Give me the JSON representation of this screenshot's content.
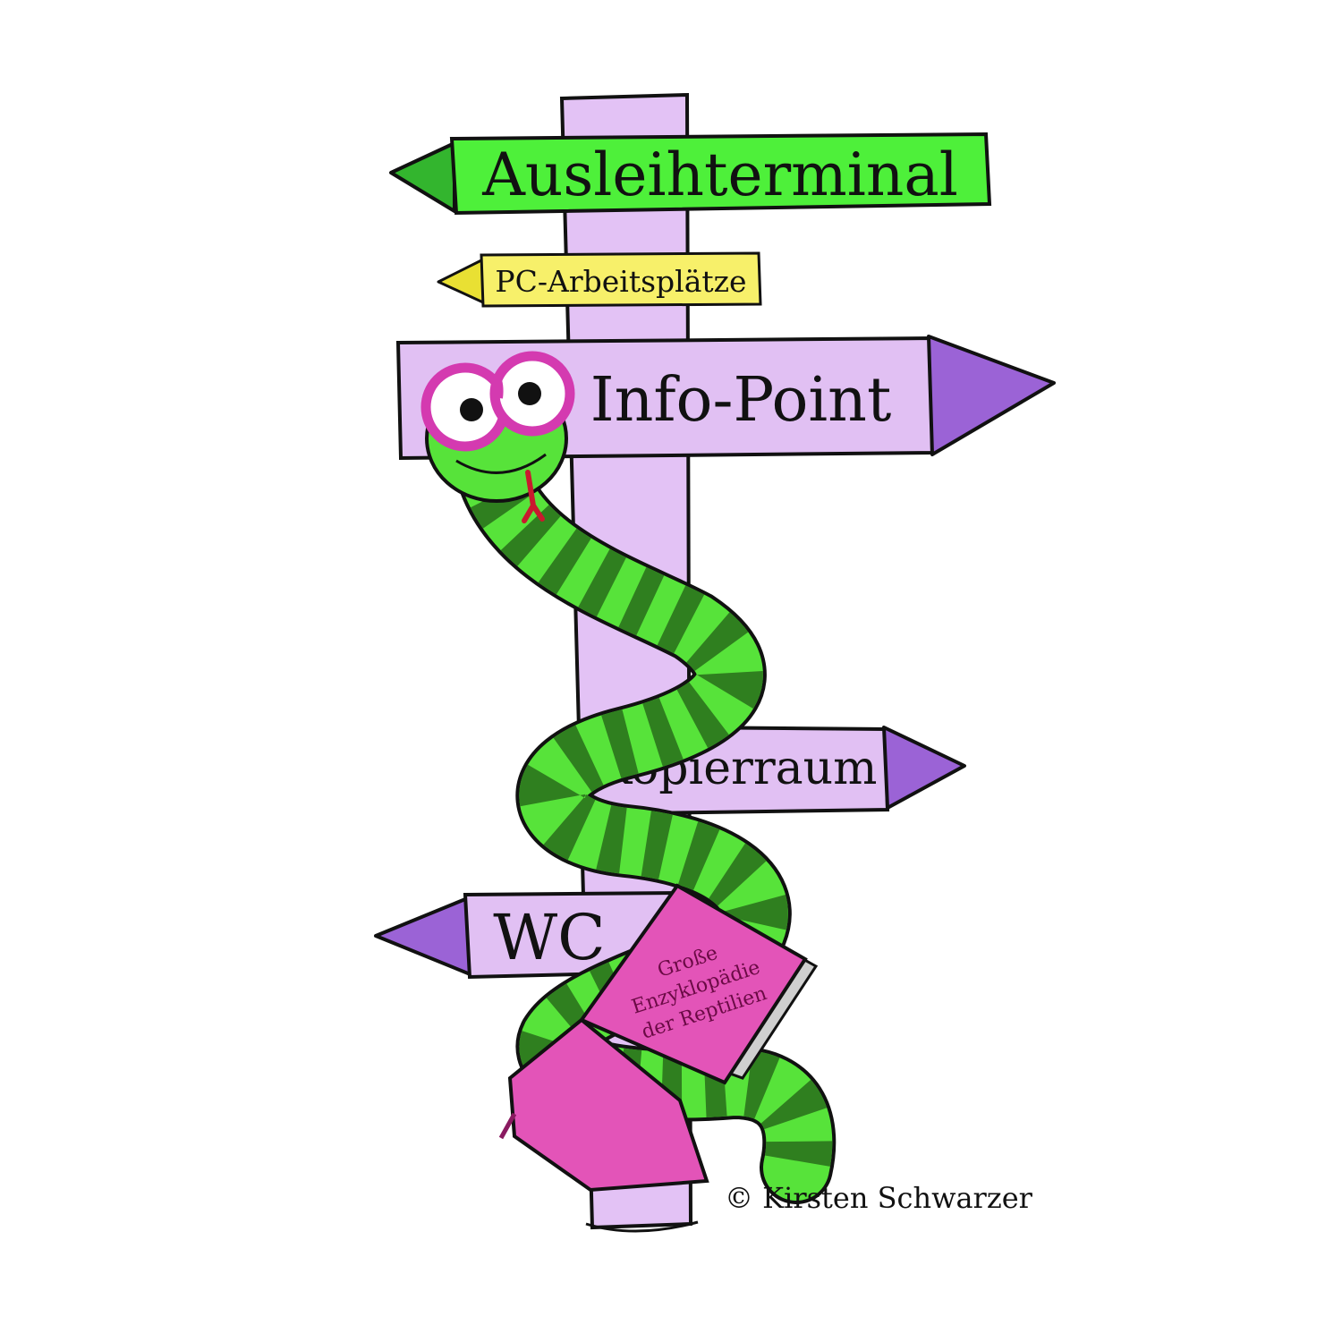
{
  "signs": {
    "ausleihterminal": "Ausleihterminal",
    "pc_arbeitsplaetze": "PC-Arbeitsplätze",
    "info_point": "Info-Point",
    "kopierraum": "Kopierraum",
    "wc": "WC"
  },
  "book": {
    "line1": "Große",
    "line2": "Enzyklopädie",
    "line3": "der Reptilien"
  },
  "credit": "© Kirsten Schwarzer",
  "colors": {
    "post": "#e3c2f5",
    "sign_green": "#4ef03a",
    "arrow_green": "#33b52e",
    "sign_yellow": "#f7f06a",
    "arrow_yellow": "#e9e033",
    "sign_purple": "#e1c0f3",
    "arrow_purple": "#9b63d6",
    "snake_light": "#57e33a",
    "snake_dark": "#2f7f1f",
    "glasses": "#d43ab0",
    "book": "#e354b8"
  }
}
